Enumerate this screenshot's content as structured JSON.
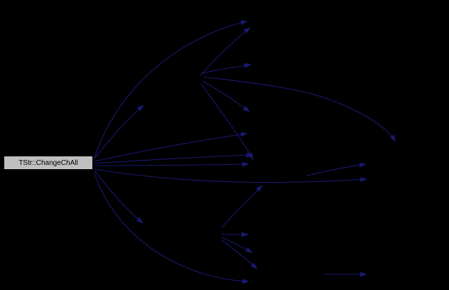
{
  "diagram": {
    "type": "call-graph",
    "root_label": "TStr::ChangeChAll"
  },
  "colors": {
    "background": "#000000",
    "edge": "#191970",
    "node_fill": "#bfbfbf",
    "node_border": "#000000",
    "node_text": "#000000"
  },
  "nodes": [
    {
      "label": "TStr::ChangeChAll",
      "highlighted": true
    }
  ]
}
